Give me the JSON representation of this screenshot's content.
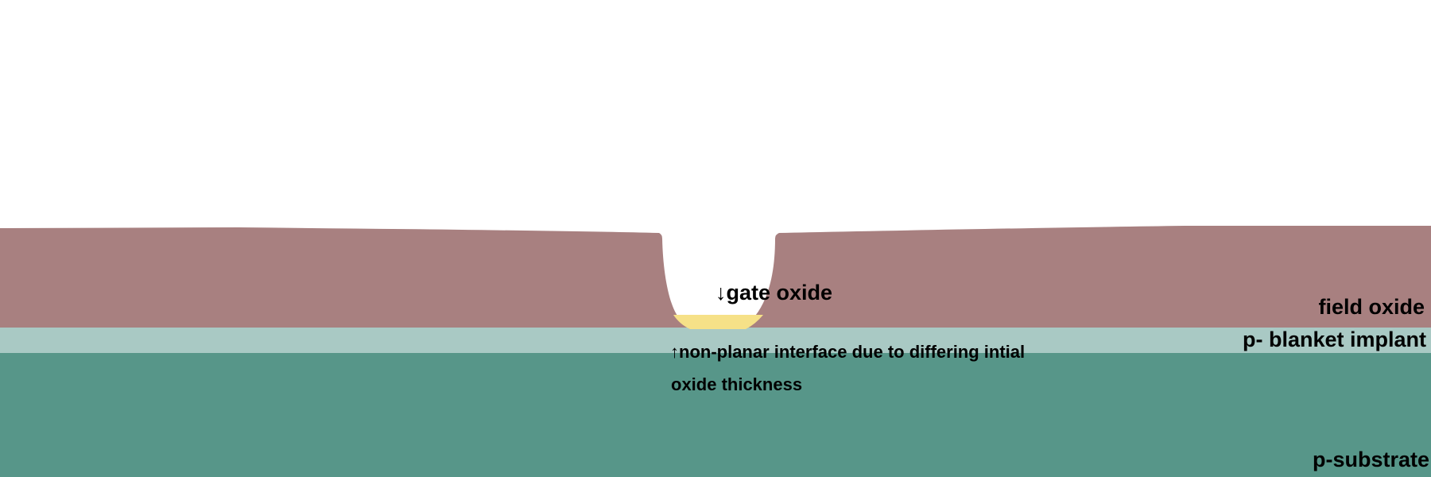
{
  "labels": {
    "gate_oxide": "↓gate oxide",
    "field_oxide": "field oxide",
    "blanket_implant": "p- blanket implant",
    "substrate": "p-substrate",
    "interface_line1": "↑non-planar interface due to differing intial",
    "interface_line2": "oxide thickness"
  },
  "colors": {
    "field_oxide": "#a88080",
    "blanket_implant": "#a9c9c4",
    "substrate": "#579689",
    "gate_oxide": "#f6e188",
    "background": "#ffffff"
  }
}
